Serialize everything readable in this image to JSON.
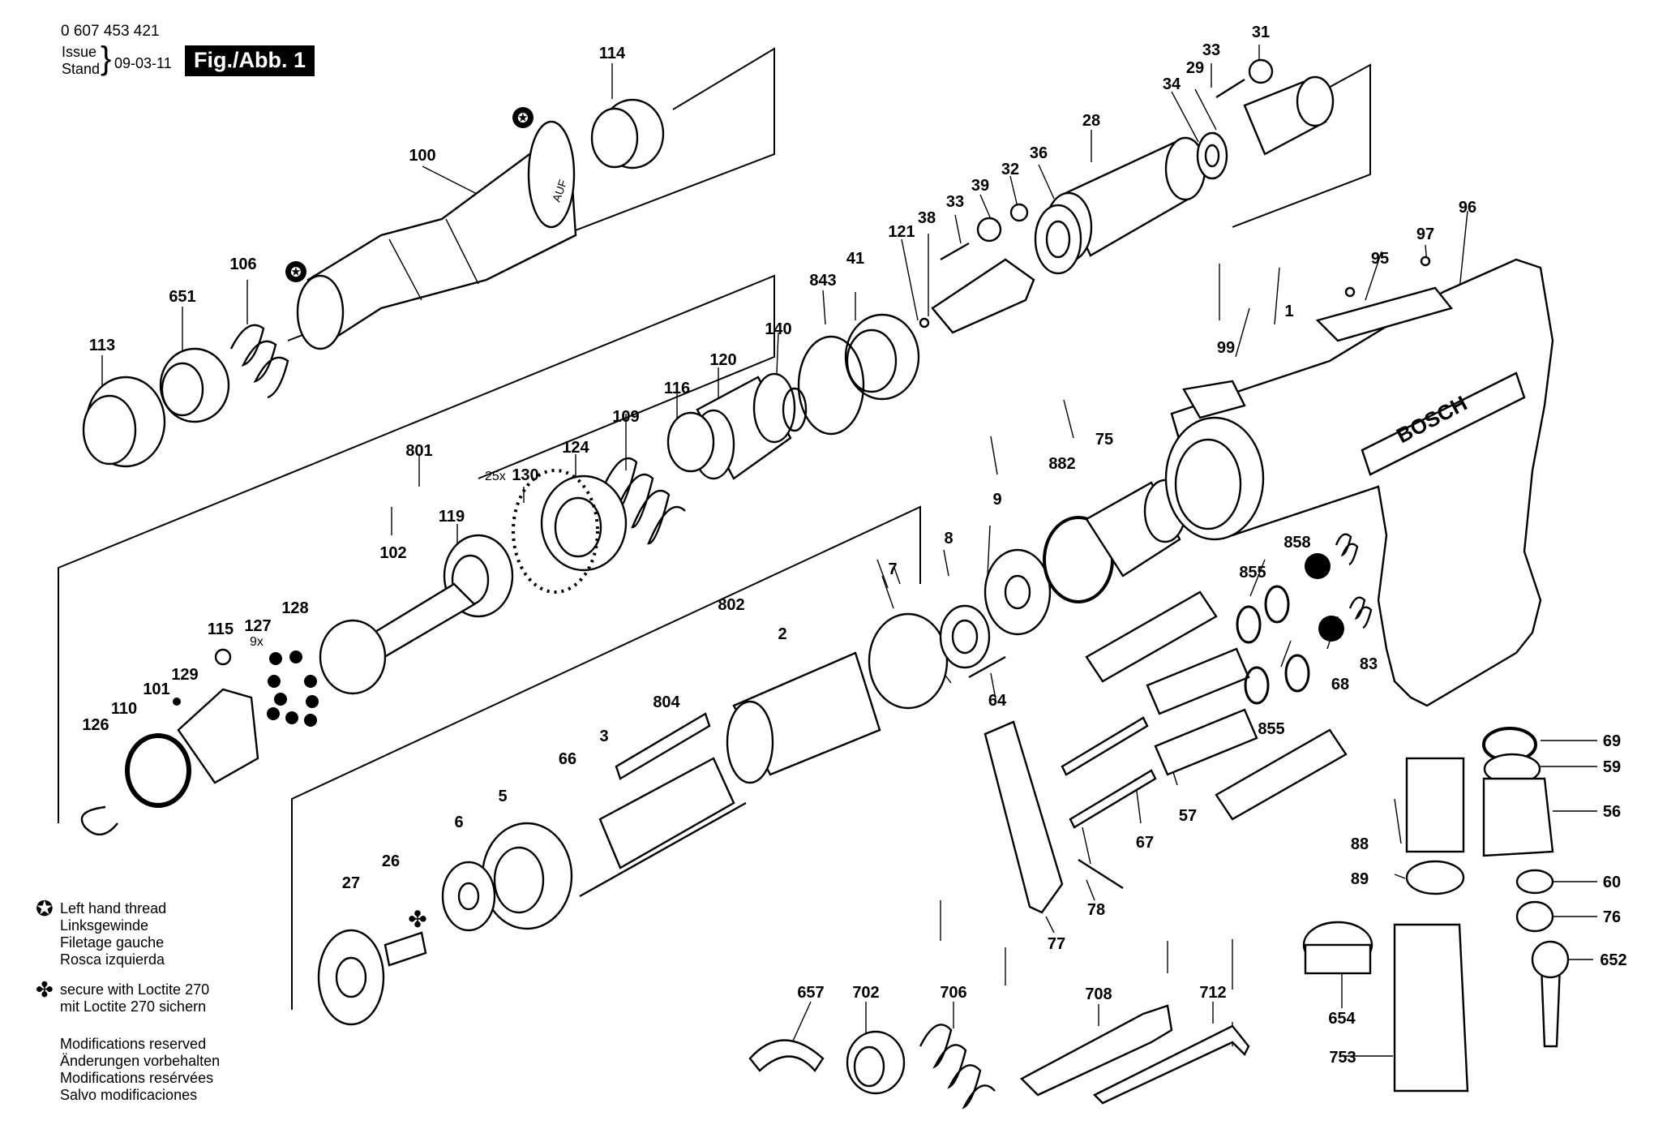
{
  "header": {
    "doc_number": "0 607 453 421",
    "issue_label_en": "Issue",
    "issue_label_de": "Stand",
    "issue_date": "09-03-11",
    "figure_label": "Fig./Abb. 1"
  },
  "tool_brand": "BOSCH",
  "part_marking": "AUF",
  "notes": {
    "left_hand_thread": [
      "Left hand thread",
      "Linksgewinde",
      "Filetage gauche",
      "Rosca izquierda"
    ],
    "loctite": [
      "secure with Loctite 270",
      "mit Loctite 270 sichern"
    ],
    "modifications": [
      "Modifications reserved",
      "Änderungen vorbehalten",
      "Modifications resérvées",
      "Salvo modificaciones"
    ]
  },
  "quantity_notes": [
    "25x",
    "9x"
  ],
  "part_numbers": [
    "1",
    "2",
    "3",
    "5",
    "6",
    "7",
    "8",
    "9",
    "26",
    "27",
    "28",
    "29",
    "31",
    "32",
    "33",
    "33",
    "34",
    "36",
    "38",
    "39",
    "41",
    "56",
    "57",
    "59",
    "60",
    "64",
    "66",
    "67",
    "68",
    "69",
    "75",
    "76",
    "77",
    "78",
    "83",
    "88",
    "89",
    "95",
    "96",
    "97",
    "99",
    "100",
    "101",
    "102",
    "106",
    "109",
    "110",
    "113",
    "114",
    "115",
    "116",
    "119",
    "120",
    "121",
    "124",
    "126",
    "127",
    "128",
    "129",
    "130",
    "140",
    "651",
    "652",
    "654",
    "657",
    "702",
    "706",
    "708",
    "712",
    "753",
    "801",
    "802",
    "804",
    "843",
    "855",
    "855",
    "858",
    "882"
  ]
}
